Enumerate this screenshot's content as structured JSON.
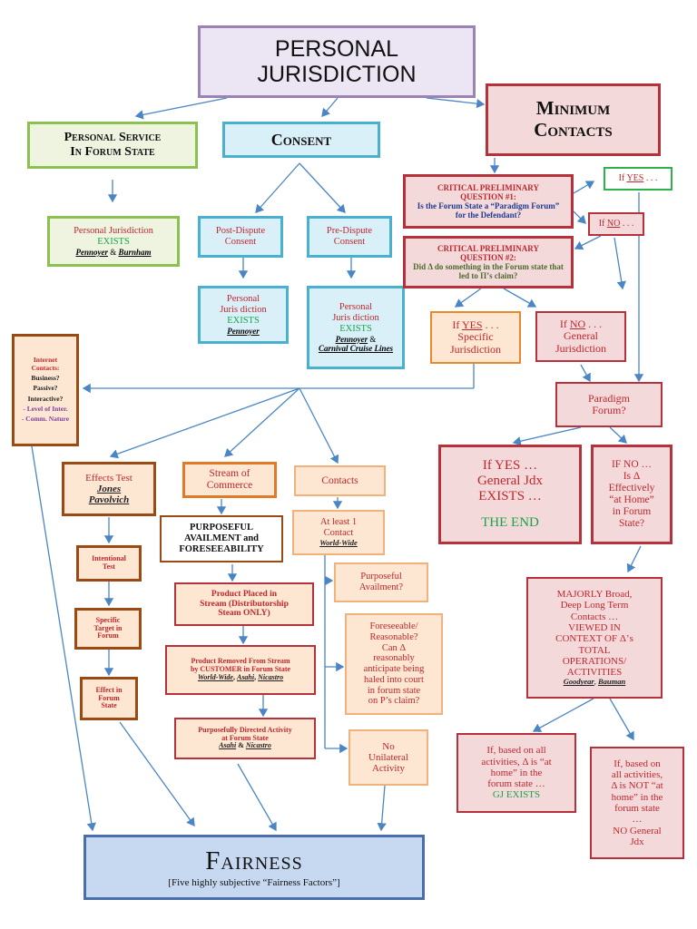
{
  "title": {
    "line1": "PERSONAL",
    "line2": "JURISDICTION"
  },
  "minimum_contacts": {
    "line1": "Minimum",
    "line2": "Contacts"
  },
  "personal_service": {
    "line1": "Personal Service",
    "line2": "In Forum State"
  },
  "consent": {
    "label": "Consent"
  },
  "pj_exists_service": {
    "line1": "Personal Jurisdiction",
    "line2": "EXISTS",
    "case1": "Pennoyer",
    "amp": " & ",
    "case2": "Burnham"
  },
  "post_dispute": {
    "line1": "Post-Dispute",
    "line2": "Consent"
  },
  "pre_dispute": {
    "line1": "Pre-Dispute",
    "line2": "Consent"
  },
  "pj_exists_post": {
    "line1": "Personal",
    "line2": "Juris diction",
    "line3": "EXISTS",
    "case1": "Pennoyer"
  },
  "pj_exists_pre": {
    "line1": "Personal",
    "line2": "Juris diction",
    "line3": "EXISTS",
    "case1": "Pennoyer",
    "amp": " & ",
    "case2": "Carnival Cruise Lines"
  },
  "cq1": {
    "line1": "CRITICAL PRELIMINARY",
    "line2": "QUESTION #1:",
    "line3": "Is the Forum State a “Paradigm Forum” for the Defendant?"
  },
  "cq2": {
    "line1": "CRITICAL PRELIMINARY",
    "line2": "QUESTION #2:",
    "line3": "Did Δ do something in the Forum state that led to Π’s claim?"
  },
  "if_yes_small": {
    "prefix": "If ",
    "yes": "YES",
    "suffix": " . . ."
  },
  "if_no_small": {
    "prefix": "If ",
    "no": "NO",
    "suffix": " . . ."
  },
  "specific": {
    "prefix": "If ",
    "yes": "YES",
    "suffix": " . . .",
    "line2": "Specific",
    "line3": "Jurisdiction"
  },
  "general": {
    "prefix": "If ",
    "no": "NO",
    "suffix": " . . .",
    "line2": "General",
    "line3": "Jurisdiction"
  },
  "internet": {
    "line1": "Internet",
    "line2": "Contacts:",
    "line3": "Business?",
    "line4": "Passive?",
    "line5": "Interactive?",
    "line6": "- Level of Inter.",
    "line7": "- Comm. Nature"
  },
  "paradigm": {
    "line1": "Paradigm",
    "line2": "Forum?"
  },
  "gj_exists": {
    "line1": "If YES …",
    "line2": "General Jdx",
    "line3": "EXISTS …",
    "line4": "THE END"
  },
  "if_no_home": {
    "line1": "IF NO …",
    "line2": "Is Δ",
    "line3": "Effectively",
    "line4": "“at Home”",
    "line5": "in Forum",
    "line6": "State?"
  },
  "effects": {
    "line1": "Effects Test",
    "case1": "Jones",
    "case2": "Pavolvich"
  },
  "stream": {
    "line1": "Stream of",
    "line2": "Commerce"
  },
  "contacts": {
    "label": "Contacts"
  },
  "purposeful_foresee": {
    "line1": "PURPOSEFUL",
    "line2": "AVAILMENT and",
    "line3": "FORESEEABILITY"
  },
  "at_least_one": {
    "line1": "At least 1",
    "line2": "Contact",
    "case1": "World-Wide"
  },
  "intentional": {
    "line1": "Intentional",
    "line2": "Test"
  },
  "specific_target": {
    "line1": "Specific",
    "line2": "Target in",
    "line3": "Forum"
  },
  "effect_in_forum": {
    "line1": "Effect in",
    "line2": "Forum",
    "line3": "State"
  },
  "product_placed": {
    "line1": "Product Placed in",
    "line2": "Stream (Distributorship",
    "line3": "Steam ONLY)"
  },
  "product_removed": {
    "line1": "Product Removed From Stream",
    "line2": "by CUSTOMER in Forum State",
    "case1": "World-Wide",
    "case2": "Asahi",
    "case3": "Nicastro"
  },
  "purposefully_directed": {
    "line1": "Purposefully Directed Activity",
    "line2": "at Forum State",
    "case1": "Asahi",
    "amp": " & ",
    "case2": "Nicastro"
  },
  "purposeful_availment": {
    "line1": "Purposeful",
    "line2": "Availment?"
  },
  "foreseeable": {
    "line1": "Foreseeable/",
    "line2": "Reasonable?",
    "line3": "Can Δ",
    "line4": "reasonably",
    "line5": "anticipate being",
    "line6": "haled into court",
    "line7": "in forum state",
    "line8": "on P’s claim?"
  },
  "no_unilateral": {
    "line1": "No",
    "line2": "Unilateral",
    "line3": "Activity"
  },
  "majorly": {
    "line1": "MAJORLY Broad,",
    "line2": "Deep Long Term",
    "line3": "Contacts …",
    "line4": "VIEWED IN",
    "line5": "CONTEXT OF Δ’s",
    "line6": "TOTAL",
    "line7": "OPERATIONS/",
    "line8": "ACTIVITIES",
    "case1": "Goodyear",
    "case2": "Bauman"
  },
  "at_home_yes": {
    "line1": "If, based on all",
    "line2": "activities, Δ is “at",
    "line3": "home” in the",
    "line4": "forum state …",
    "line5": "GJ EXISTS"
  },
  "at_home_no": {
    "line1": "If, based on",
    "line2": "all activities,",
    "line3": "Δ is NOT “at",
    "line4": "home” in the",
    "line5": "forum state",
    "line6": "…",
    "line7": "NO General",
    "line8": "Jdx"
  },
  "fairness": {
    "title": "Fairness",
    "subtitle": "[Five highly subjective “Fairness Factors”]"
  },
  "colors": {
    "arrow": "#4a86c5",
    "red_text": "#c0272d",
    "green_text": "#1aa34a"
  }
}
